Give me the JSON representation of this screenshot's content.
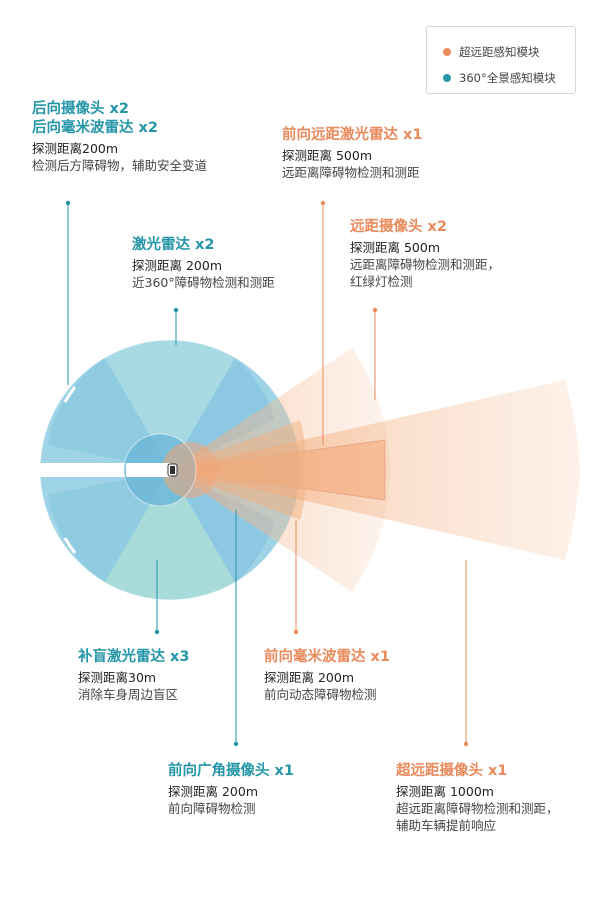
{
  "legend": {
    "ultra_long": {
      "label": "超远距感知模块",
      "color": "#e98a5c"
    },
    "surround": {
      "label": "360°全景感知模块",
      "color": "#2596a8"
    }
  },
  "sensors": {
    "rear_camera_radar": {
      "title_1": "后向摄像头 x2",
      "title_2": "后向毫米波雷达 x2",
      "range": "探测距离200m",
      "desc": "检测后方障碍物，辅助安全变道"
    },
    "lidar": {
      "title": "激光雷达 x2",
      "range": "探测距离 200m",
      "desc": "近360°障碍物检测和测距"
    },
    "front_long_lidar": {
      "title": "前向远距激光雷达 x1",
      "range": "探测距离 500m",
      "desc": "远距离障碍物检测和测距"
    },
    "long_range_camera": {
      "title": "远距摄像头 x2",
      "range": "探测距离 500m",
      "desc_1": "远距离障碍物检测和测距，",
      "desc_2": "红绿灯检测"
    },
    "blind_spot_lidar": {
      "title": "补盲激光雷达 x3",
      "range": "探测距离30m",
      "desc": "消除车身周边盲区"
    },
    "front_mmwave_radar": {
      "title": "前向毫米波雷达 x1",
      "range": "探测距离 200m",
      "desc": "前向动态障碍物检测"
    },
    "front_wide_camera": {
      "title": "前向广角摄像头 x1",
      "range": "探测距离 200m",
      "desc": "前向障碍物检测"
    },
    "ultra_long_camera": {
      "title": "超远距摄像头 x1",
      "range": "探测距离 1000m",
      "desc_1": "超远距离障碍物检测和测距，",
      "desc_2": "辅助车辆提前响应"
    }
  }
}
